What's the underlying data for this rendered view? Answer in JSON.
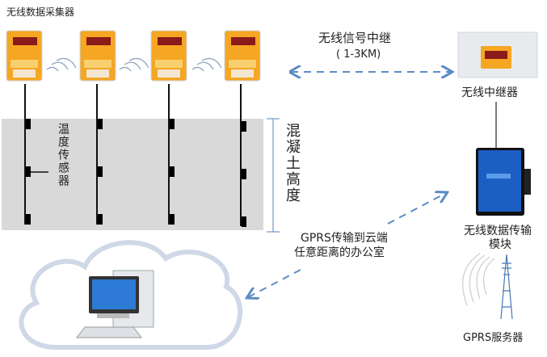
{
  "title": "无线数据采集器",
  "sensor_label": "温度传感器",
  "concrete_label": "混凝土高度",
  "relay_signal": {
    "line1": "无线信号中继",
    "line2": "( 1-3KM)"
  },
  "repeater_label": "无线中继器",
  "module_label": {
    "line1": "无线数据传输",
    "line2": "模块"
  },
  "gprs_text": {
    "line1": "GPRS传输到云端",
    "line2": "任意距离的办公室"
  },
  "server_label": "GPRS服务器",
  "colors": {
    "collector": "#f5a623",
    "concrete": "#d9d9d9",
    "arrow": "#5b8cc4",
    "module": "#1c5fc4"
  }
}
